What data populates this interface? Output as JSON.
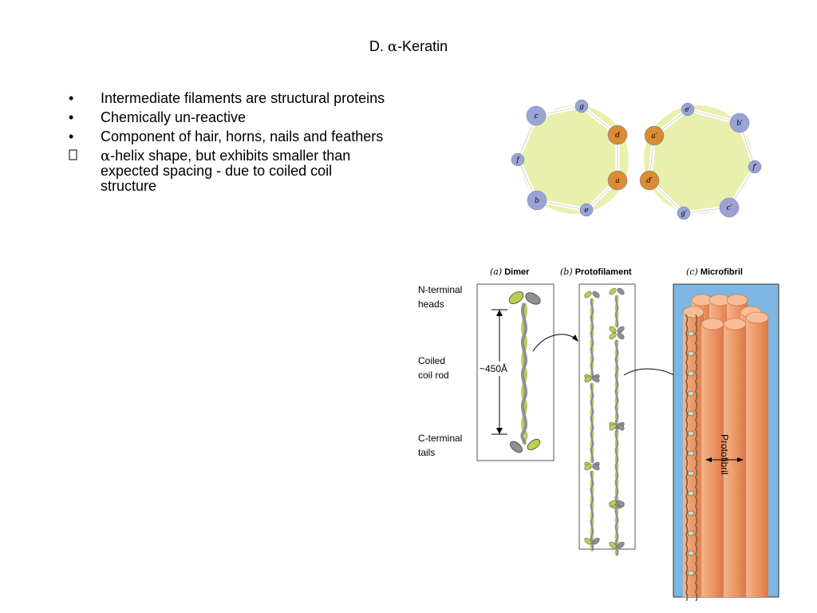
{
  "slide": {
    "title_prefix": "D.  ",
    "title_greek": "α",
    "title_suffix": "-Keratin"
  },
  "bullets": [
    {
      "marker": "•",
      "text": "Intermediate filaments are structural proteins"
    },
    {
      "marker": "•",
      "text": "Chemically un-reactive"
    },
    {
      "marker": "•",
      "text": "Component of hair, horns, nails and feathers"
    },
    {
      "marker": "",
      "greek": "α",
      "text": "-helix shape, but exhibits smaller than expected spacing - due to coiled coil structure"
    }
  ],
  "helical_wheels": {
    "left": [
      "g",
      "d",
      "a",
      "e",
      "b",
      "f",
      "c"
    ],
    "right": [
      "e′",
      "b′",
      "f′",
      "c′",
      "g′",
      "d′",
      "a′"
    ]
  },
  "figure": {
    "panel_a": {
      "letter": "(a)",
      "name": "Dimer"
    },
    "panel_b": {
      "letter": "(b)",
      "name": "Protofilament"
    },
    "panel_c": {
      "letter": "(c)",
      "name": "Microfibril"
    },
    "n_terminal_1": "N-terminal",
    "n_terminal_2": "heads",
    "coiled_1": "Coiled",
    "coiled_2": "coil rod",
    "c_terminal_1": "C-terminal",
    "c_terminal_2": "tails",
    "length": "~450Å",
    "protofibril": "Protofibril"
  },
  "colors": {
    "wheel_fill": "#e9f0ad",
    "residue_blue": "#9aa3d6",
    "residue_orange": "#d98c34",
    "dimer_green": "#b5d14f",
    "microfibril_bg": "#7db6e0",
    "cylinder": "#ec9462"
  }
}
